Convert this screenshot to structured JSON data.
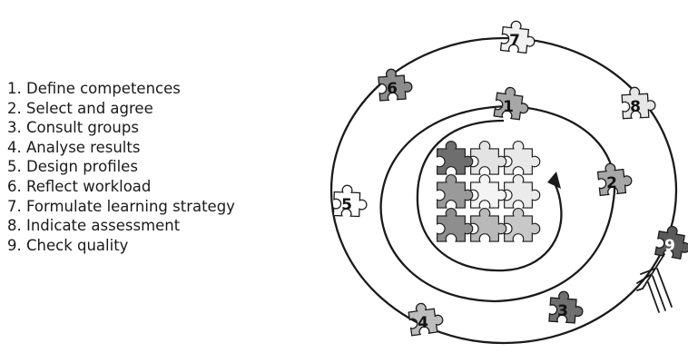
{
  "steps": [
    {
      "number": "1",
      "label": "Define competences",
      "text": "1. Define competences",
      "shade": "#a7a7a7"
    },
    {
      "number": "2",
      "label": "Select and agree",
      "text": "2. Select and agree",
      "shade": "#a7a7a7"
    },
    {
      "number": "3",
      "label": "Consult groups",
      "text": "3. Consult groups",
      "shade": "#6f6f6f"
    },
    {
      "number": "4",
      "label": "Analyse results",
      "text": "4. Analyse results",
      "shade": "#bdbdbd"
    },
    {
      "number": "5",
      "label": "Design profiles",
      "text": "5. Design profiles",
      "shade": "#ffffff"
    },
    {
      "number": "6",
      "label": "Reflect workload",
      "text": "6. Reflect workload",
      "shade": "#8c8c8c"
    },
    {
      "number": "7",
      "label": "Formulate learning strategy",
      "text": "7. Formulate learning strategy",
      "shade": "#f2f2f2"
    },
    {
      "number": "8",
      "label": "Indicate assessment",
      "text": "8. Indicate assessment",
      "shade": "#e6e6e6"
    },
    {
      "number": "9",
      "label": "Check quality",
      "text": "9. Check quality",
      "shade": "#5a5a5a"
    }
  ],
  "center_grid_shades": [
    [
      "#6e6e6e",
      "#e3e3e3",
      "#e9e9e9"
    ],
    [
      "#9a9a9a",
      "#f4f4f4",
      "#ebebeb"
    ],
    [
      "#8e8e8e",
      "#b9b9b9",
      "#c8c8c8"
    ]
  ],
  "colors": {
    "text": "#1a1a1a",
    "outline": "#1a1a1a"
  }
}
